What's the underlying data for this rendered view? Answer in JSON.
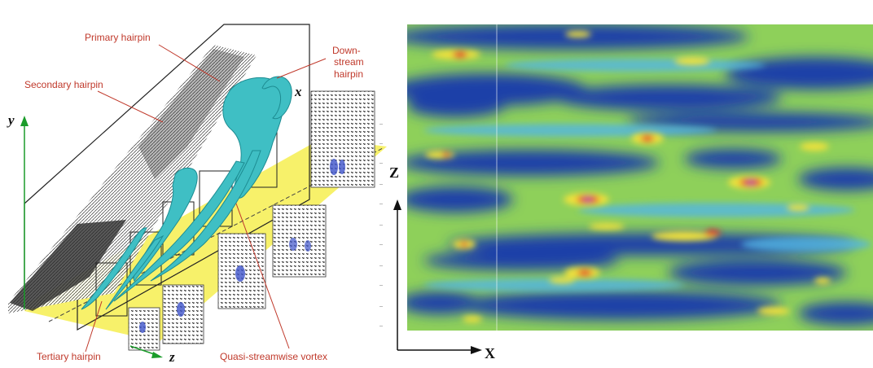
{
  "left_panel": {
    "labels": {
      "primary": "Primary hairpin",
      "secondary": "Secondary hairpin",
      "downstream_1": "Down-",
      "downstream_2": "stream",
      "downstream_3": "hairpin",
      "tertiary": "Tertiary hairpin",
      "quasi": "Quasi-streamwise vortex"
    },
    "axes": {
      "y": "y",
      "x": "x",
      "z": "z"
    },
    "colors": {
      "vortex": "#3fbfc4",
      "floor": "#f6f05a",
      "label": "#c0392b",
      "axis_y": "#1a9c2a"
    }
  },
  "right_panel": {
    "axes": {
      "z": "Z",
      "x": "X"
    },
    "colors": {
      "low": "#1f3fa8",
      "mid_low": "#52b6e3",
      "mid": "#8ed05a",
      "mid_high": "#f2e23a",
      "high": "#e5322b",
      "peak": "#b03aa8"
    }
  }
}
